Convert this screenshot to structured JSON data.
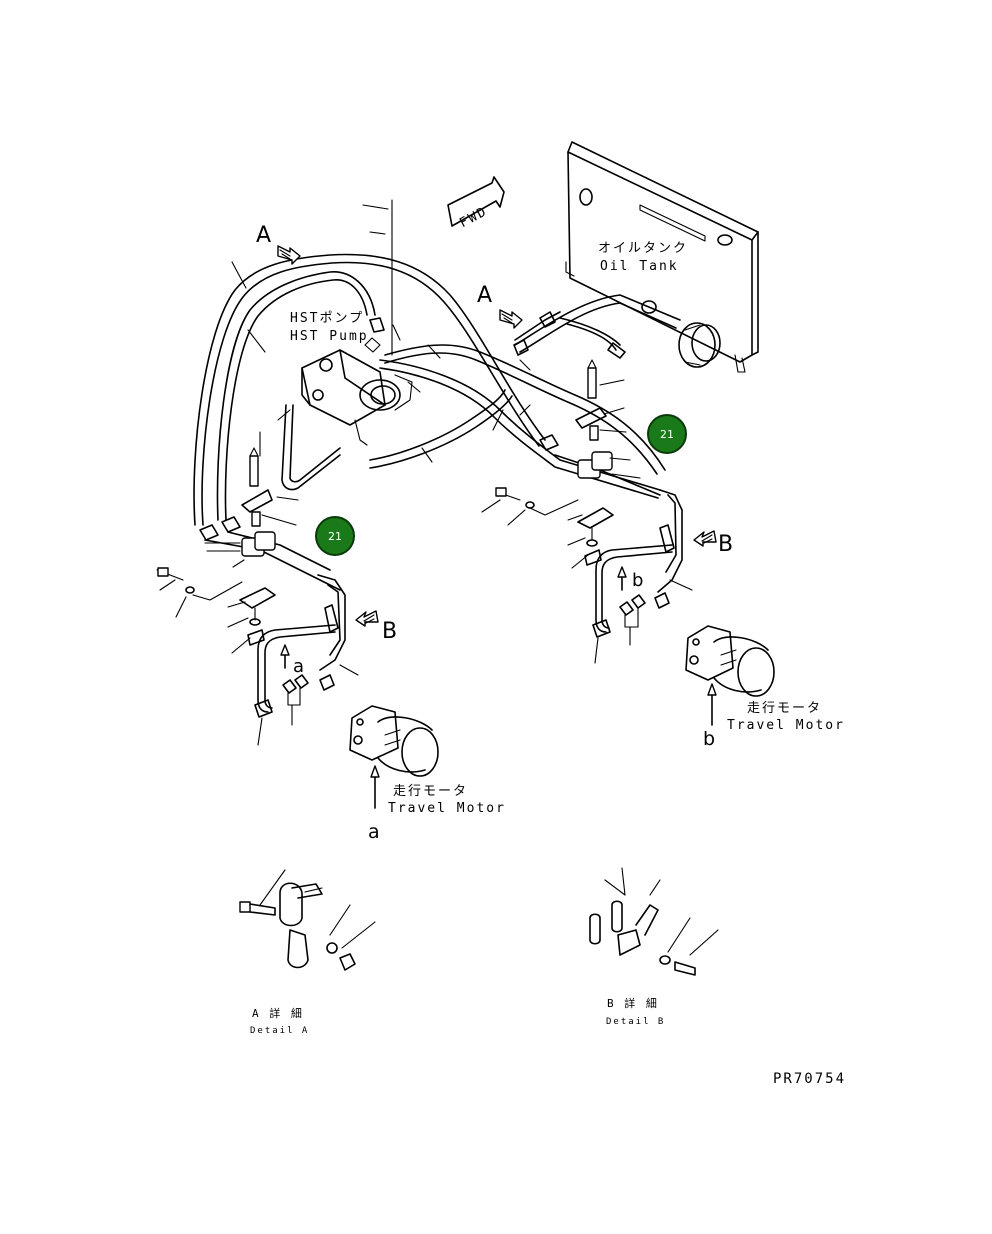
{
  "fwd_label": "FWD",
  "oil_tank": {
    "jp": "オイルタンク",
    "en": "Oil Tank"
  },
  "hst_pump": {
    "jp": "HSTポンプ",
    "en": "HST Pump"
  },
  "travel_motor_a": {
    "jp": "走行モータ",
    "en": "Travel Motor",
    "letter": "a"
  },
  "travel_motor_b": {
    "jp": "走行モータ",
    "en": "Travel Motor",
    "letter": "b"
  },
  "view_markers": {
    "A": "A",
    "B": "B",
    "a": "a",
    "b": "b"
  },
  "detail_a": {
    "jp": "A 詳 細",
    "en": "Detail A"
  },
  "detail_b": {
    "jp": "B 詳 細",
    "en": "Detail B"
  },
  "callouts": [
    {
      "label": "21"
    },
    {
      "label": "21"
    }
  ],
  "drawing_number": "PR70754",
  "colors": {
    "callout_fill": "#1a7a1a",
    "line": "#000000"
  }
}
